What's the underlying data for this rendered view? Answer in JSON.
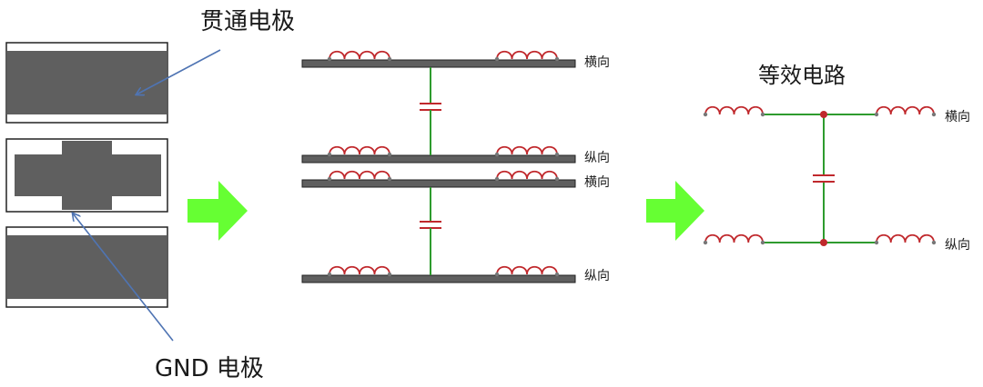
{
  "labels": {
    "through_electrode": "贯通电极",
    "gnd_electrode": "GND 电极",
    "equivalent_circuit": "等效电路",
    "transverse": "横向",
    "longitudinal": "纵向"
  },
  "colors": {
    "electrode_fill": "#5f5f5f",
    "electrode_outline": "#222222",
    "arrow_fill": "#66ff33",
    "pointer_line": "#4f74b3",
    "inductor": "#c0282c",
    "capacitor": "#c0282c",
    "wire": "#2e9b2e",
    "node": "#c0282c",
    "terminal": "#777777"
  },
  "icons": {
    "flow_arrow": "right-arrow-icon"
  }
}
